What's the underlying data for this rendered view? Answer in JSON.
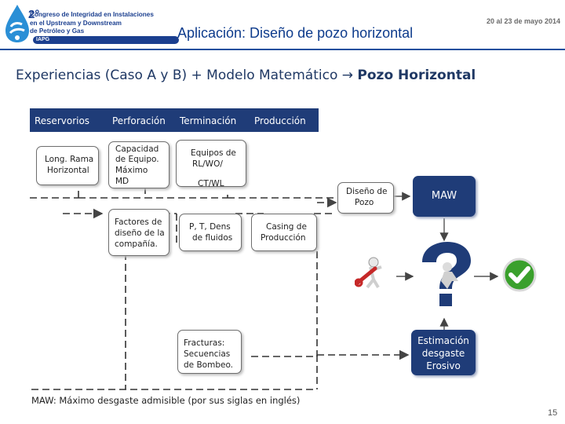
{
  "header": {
    "congress_number": "2°",
    "congress_lines": [
      "Congreso de Integridad en Instalaciones",
      "en el Upstream y Downstream",
      "de Petróleo y Gas"
    ],
    "org_badge": "IAPG",
    "dates": "20 al 23 de mayo 2014",
    "title": "Aplicación: Diseño de pozo horizontal"
  },
  "subtitle": {
    "prefix": "Experiencias (Caso A y B) + Modelo Matemático",
    "arrow": "→",
    "emphasis": "Pozo Horizontal"
  },
  "columns": [
    "Reservorios",
    "Perforación",
    "Terminación",
    "Producción"
  ],
  "boxes": {
    "long_rama": [
      "Long. Rama",
      "Horizontal"
    ],
    "capacidad": [
      "Capacidad",
      "de Equipo.",
      "Máximo",
      "MD"
    ],
    "equipos": [
      "Equipos de",
      "RL/WO/"
    ],
    "ct_wl": "CT/WL",
    "factores": [
      "Factores de",
      "diseño de la",
      "compañía."
    ],
    "ptdens": [
      "P, T, Dens",
      "de fluidos"
    ],
    "casing": [
      "Casing de",
      "Producción"
    ],
    "diseno_pozo": [
      "Diseño de",
      "Pozo"
    ],
    "fracturas": [
      "Fracturas:",
      "Secuencias",
      "de Bombeo."
    ],
    "maw": "MAW",
    "estimacion": [
      "Estimación",
      "desgaste",
      "Erosivo"
    ]
  },
  "footnote": "MAW: Máximo desgaste admisible (por sus siglas en inglés)",
  "page_number": "15",
  "colors": {
    "navy": "#1f3c78",
    "title_blue": "#0d3b8c",
    "check_green": "#3aa02c"
  },
  "icons": [
    "water-drop-logo-icon",
    "wrench-figure-icon",
    "question-mark-figure-icon",
    "green-check-icon"
  ]
}
